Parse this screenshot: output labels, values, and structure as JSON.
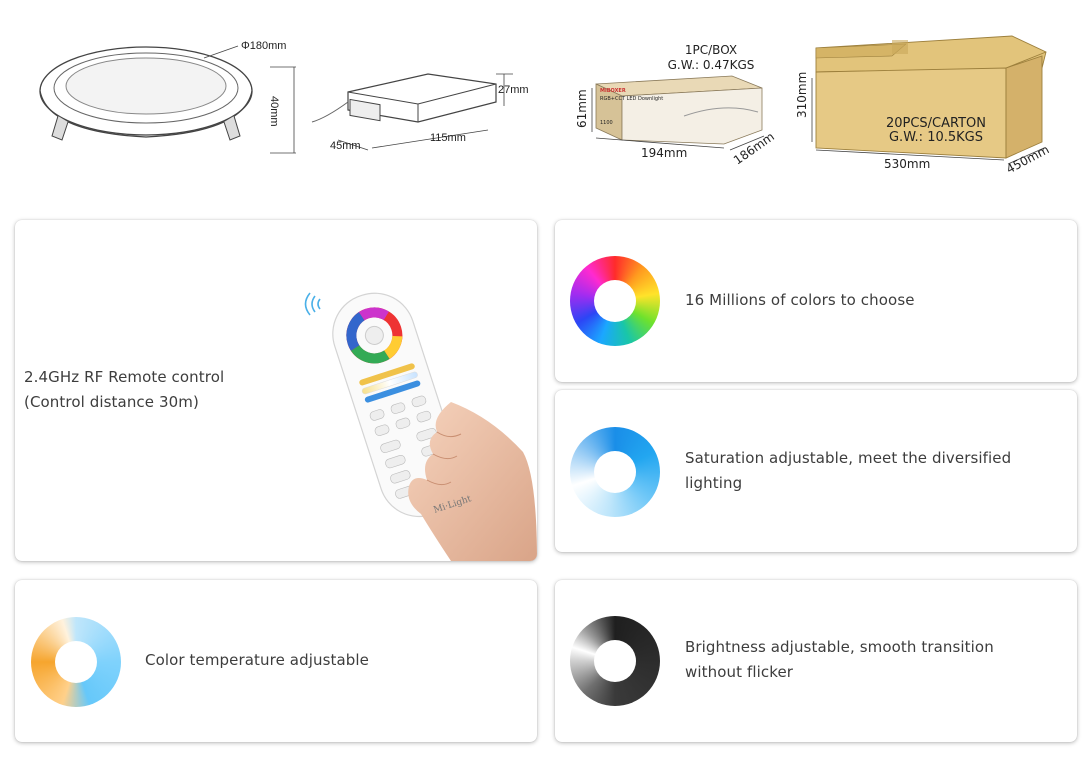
{
  "specs": {
    "downlight_diameter": "Φ180mm",
    "downlight_height": "40mm",
    "driver_length": "115mm",
    "driver_width": "45mm",
    "driver_height": "27mm"
  },
  "packaging": {
    "box": {
      "title_line1": "1PC/BOX",
      "title_line2": "G.W.: 0.47KGS",
      "height": "61mm",
      "length": "194mm",
      "depth": "186mm",
      "brand": "MiBOXER",
      "product": "RGB+CCT LED Downlight",
      "code": "1100"
    },
    "carton": {
      "title_line1": "20PCS/CARTON",
      "title_line2": "G.W.: 10.5KGS",
      "height": "310mm",
      "length": "530mm",
      "depth": "450mm"
    }
  },
  "features": {
    "remote": {
      "line1": "2.4GHz RF Remote control",
      "line2": "(Control distance 30m)",
      "remote_brand": "Mi·Light"
    },
    "colors": {
      "text": "16 Millions of colors to choose"
    },
    "saturation": {
      "line1": "Saturation adjustable, meet the diversified",
      "line2": "lighting"
    },
    "temperature": {
      "text": "Color temperature adjustable"
    },
    "brightness": {
      "line1": "Brightness adjustable, smooth transition",
      "line2": "without flicker"
    }
  }
}
